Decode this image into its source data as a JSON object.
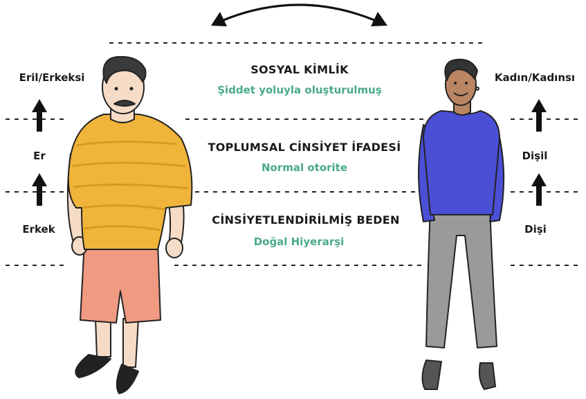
{
  "layers": [
    {
      "title": "SOSYAL KİMLİK",
      "subtitle": "Şiddet yoluyla oluşturulmuş",
      "left": "Eril/Erkeksi",
      "right": "Kadın/Kadınsı"
    },
    {
      "title": "TOPLUMSAL CİNSİYET İFADESİ",
      "subtitle": "Normal otorite",
      "left": "Er",
      "right": "Dişil"
    },
    {
      "title": "CİNSİYETLENDİRİLMİŞ BEDEN",
      "subtitle": "Doğal Hiyerarşi",
      "left": "Erkek",
      "right": "Dişi"
    }
  ],
  "colors": {
    "accent_text": "#4aa98c",
    "man_shirt": "#f0b43a",
    "man_shorts": "#f09a82",
    "woman_top": "#4a4fd6",
    "woman_pants": "#9a9a9a",
    "skin_light": "#f6dcc6",
    "skin_dark": "#b98563"
  },
  "icons": [
    "double-headed-curved-arrow-icon",
    "up-arrow-icon"
  ]
}
